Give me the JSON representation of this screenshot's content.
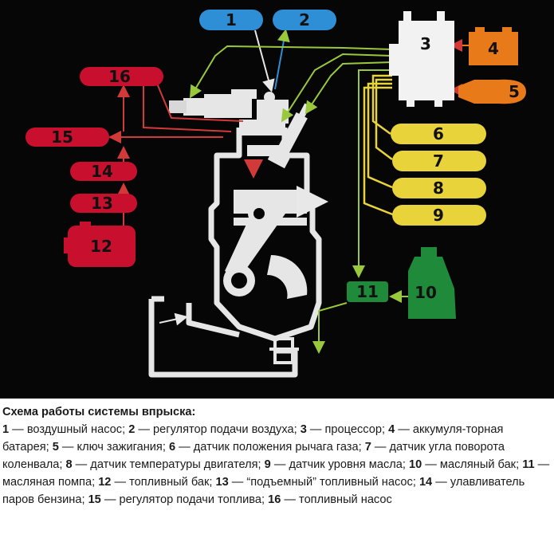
{
  "diagram": {
    "labels": {
      "n1": "1",
      "n2": "2",
      "n3": "3",
      "n4": "4",
      "n5": "5",
      "n6": "6",
      "n7": "7",
      "n8": "8",
      "n9": "9",
      "n10": "10",
      "n11": "11",
      "n12": "12",
      "n13": "13",
      "n14": "14",
      "n15": "15",
      "n16": "16"
    },
    "colors": {
      "blue": "#2f8fd6",
      "red": "#c8102e",
      "yellow": "#e8d43a",
      "orange": "#e87a1a",
      "green": "#1e8a3a",
      "white": "#e8e8e8",
      "arrow_green": "#9ac83c",
      "arrow_red": "#d23a3a"
    }
  },
  "caption": {
    "title": "Схема работы системы впрыска:",
    "items": [
      {
        "num": "1",
        "text": " — воздушный насос; "
      },
      {
        "num": "2",
        "text": " — регулятор подачи воздуха; "
      },
      {
        "num": "3",
        "text": " — процессор; "
      },
      {
        "num": "4",
        "text": " — аккумуля-торная батарея; "
      },
      {
        "num": "5",
        "text": " — ключ зажигания; "
      },
      {
        "num": "6",
        "text": " — датчик положения рычага газа; "
      },
      {
        "num": "7",
        "text": " — датчик угла поворота коленвала; "
      },
      {
        "num": "8",
        "text": " — датчик температуры двигателя; "
      },
      {
        "num": "9",
        "text": " — датчик уровня масла; "
      },
      {
        "num": "10",
        "text": " — масляный бак; "
      },
      {
        "num": "11",
        "text": " — масляная помпа; "
      },
      {
        "num": "12",
        "text": " — топливный бак; "
      },
      {
        "num": "13",
        "text": " — “подъемный” топливный насос; "
      },
      {
        "num": "14",
        "text": " — улавливатель паров бензина; "
      },
      {
        "num": "15",
        "text": " — регулятор подачи топлива; "
      },
      {
        "num": "16",
        "text": " — топливный насос"
      }
    ]
  }
}
